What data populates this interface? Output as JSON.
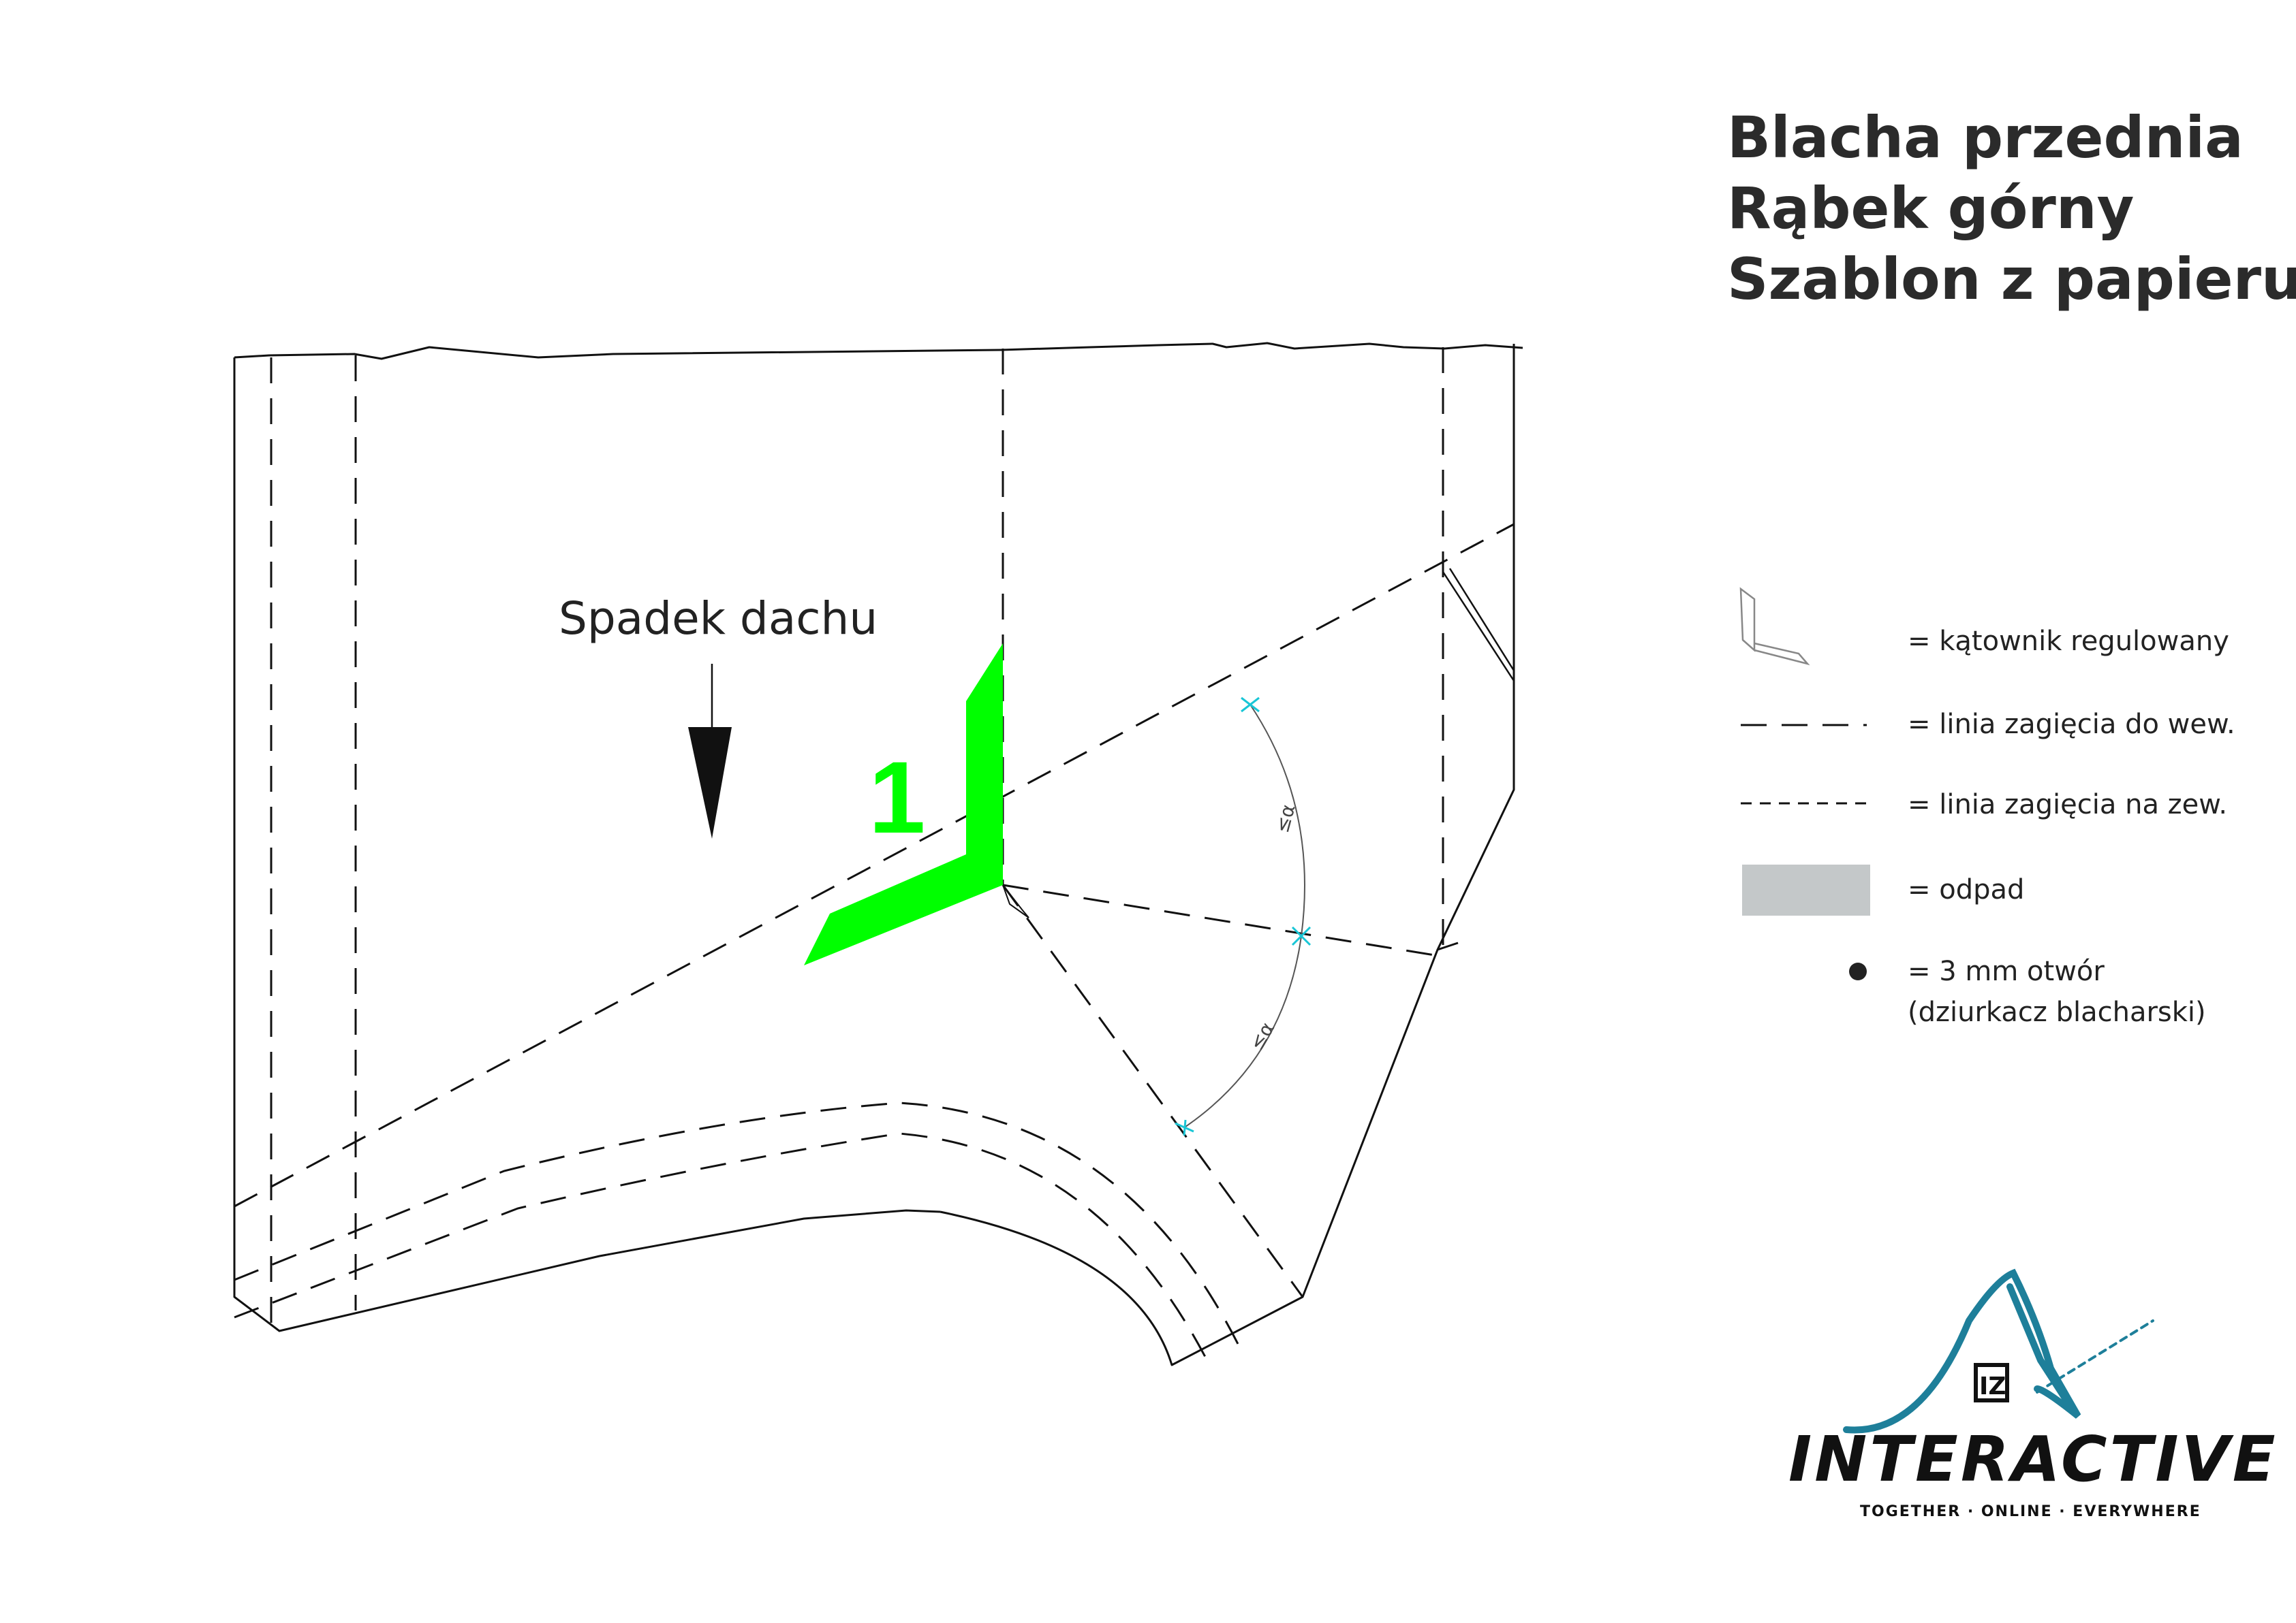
{
  "title": {
    "line1": "Blacha przednia",
    "line2": "Rąbek górny",
    "line3": "Szablon z papieru"
  },
  "drawing": {
    "slope_label": "Spadek dachu",
    "step_number": "1",
    "angle_mark_1": "≤α",
    "angle_mark_2": "≤α"
  },
  "legend": {
    "items": [
      {
        "symbol": "adjustable-square-icon",
        "label": "= kątownik regulowany"
      },
      {
        "symbol": "long-dash-line",
        "label": "= linia zagięcia do wew."
      },
      {
        "symbol": "short-dash-line",
        "label": "= linia zagięcia na zew."
      },
      {
        "symbol": "grey-rectangle",
        "label": "= odpad"
      },
      {
        "symbol": "black-dot",
        "label": "= 3 mm otwór"
      }
    ],
    "hole_note": "(dziurkacz blacharski)"
  },
  "logo": {
    "name": "INTERACTIVE",
    "tagline": "TOGETHER · ONLINE · EVERYWHERE",
    "badge": "IZ"
  },
  "colors": {
    "marker_green": "#00ff00",
    "accent_cyan": "#19c6d6",
    "waste_grey": "#c4c8c9",
    "logo_teal": "#1e7f9a",
    "line": "#111111"
  }
}
